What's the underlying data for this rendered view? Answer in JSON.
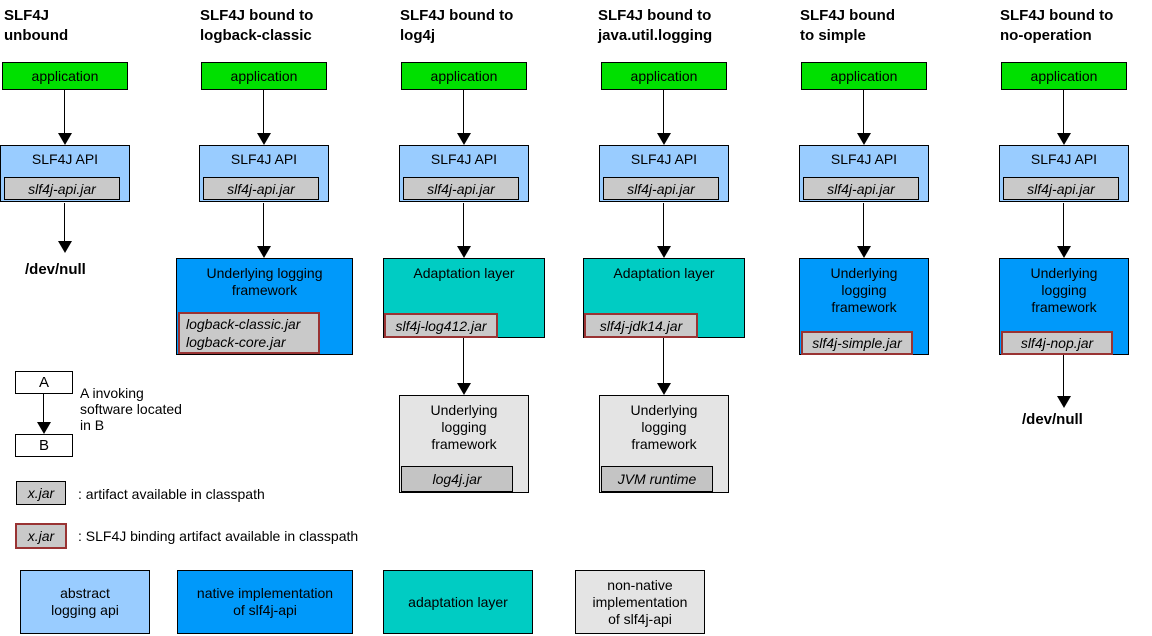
{
  "colors": {
    "application": "#00e000",
    "api": "#99ccff",
    "native": "#0099fa",
    "adaptation": "#00ccc3",
    "nonnative": "#e4e4e4",
    "jar": "#c9c9c9",
    "jar_dark": "#c4c4c4",
    "binding_border": "#993333"
  },
  "columns": [
    {
      "title": "SLF4J\nunbound",
      "app": "application",
      "api": "SLF4J API",
      "api_jar": "slf4j-api.jar",
      "sink": "/dev/null"
    },
    {
      "title": "SLF4J bound to\nlogback-classic",
      "app": "application",
      "api": "SLF4J API",
      "api_jar": "slf4j-api.jar",
      "framework": "Underlying logging framework",
      "framework_jars": "logback-classic.jar\nlogback-core.jar"
    },
    {
      "title": "SLF4J bound to\nlog4j",
      "app": "application",
      "api": "SLF4J API",
      "api_jar": "slf4j-api.jar",
      "adaptation": "Adaptation layer",
      "binding_jar": "slf4j-log412.jar",
      "framework": "Underlying logging framework",
      "framework_jar": "log4j.jar"
    },
    {
      "title": "SLF4J bound to\njava.util.logging",
      "app": "application",
      "api": "SLF4J API",
      "api_jar": "slf4j-api.jar",
      "adaptation": "Adaptation layer",
      "binding_jar": "slf4j-jdk14.jar",
      "framework": "Underlying logging framework",
      "framework_jar": "JVM runtime"
    },
    {
      "title": "SLF4J bound\nto simple",
      "app": "application",
      "api": "SLF4J API",
      "api_jar": "slf4j-api.jar",
      "framework": "Underlying logging framework",
      "binding_jar": "slf4j-simple.jar"
    },
    {
      "title": "SLF4J bound to\nno-operation",
      "app": "application",
      "api": "SLF4J API",
      "api_jar": "slf4j-api.jar",
      "framework": "Underlying logging framework",
      "binding_jar": "slf4j-nop.jar",
      "sink": "/dev/null"
    }
  ],
  "legend": {
    "invoke": {
      "a": "A",
      "b": "B",
      "text": "A invoking\nsoftware located\nin B"
    },
    "artifact": {
      "box": "x.jar",
      "text": ": artifact available in classpath"
    },
    "binding": {
      "box": "x.jar",
      "text": ": SLF4J binding artifact available in classpath"
    },
    "categories": [
      {
        "label": "abstract\nlogging api"
      },
      {
        "label": "native implementation\nof slf4j-api"
      },
      {
        "label": "adaptation layer"
      },
      {
        "label": "non-native\nimplementation\nof slf4j-api"
      }
    ]
  }
}
